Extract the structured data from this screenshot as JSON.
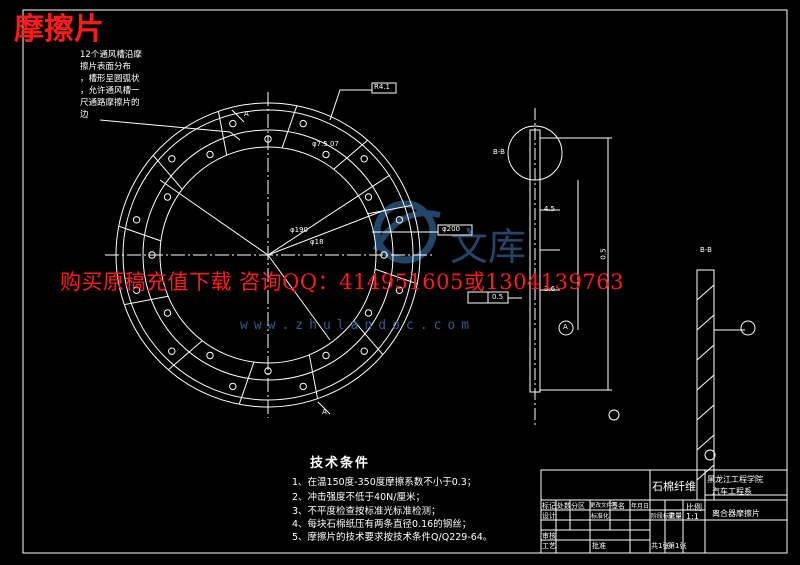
{
  "watermark": {
    "title": "摩擦片",
    "promo": "购买原稿充值下载 咨询QQ：414951605或1304139763",
    "site": "www.zhulandoc.com"
  },
  "callout_note": [
    "12个通风槽沿摩",
    "擦片表面分布",
    "，槽形呈圆弧状",
    "，允许通风槽一",
    "尺通路摩擦片的",
    "边"
  ],
  "dimensions": {
    "radius_large": "R4.1",
    "dia_outer": "φ7.5.07",
    "dia_mid": "φ200",
    "dia_hole": "φ18",
    "dia_inner": "φ190",
    "section_a": "A",
    "flatness": "0.5",
    "perp": "0.5",
    "thickness_label": "4.5",
    "dim_width": "3.6",
    "dim_offset": "0.5",
    "section_bb": "B-B",
    "section_bb2": "B-B"
  },
  "technical_requirements": {
    "title": "技术条件",
    "items": [
      "1、在温150度-350度摩擦系数不小于0.3；",
      "2、冲击强度不低于40N/厘米；",
      "3、不平度检查按标准光标准检测；",
      "4、每块石棉纸压有两条直径0.16的钢丝；",
      "5、摩擦片的技术要求按技术条件Q/Q229-64。"
    ]
  },
  "title_block": {
    "material": "石棉纤维",
    "school": "黑龙江工程学院",
    "department": "汽车工程系",
    "part_name": "离合器摩擦片",
    "scale_header": "比例",
    "scale": "1:1",
    "labels": [
      "标记",
      "处数",
      "分区",
      "更改文件号",
      "签名",
      "年月日",
      "设计",
      "标准化",
      "审核",
      "工艺",
      "批准",
      "阶段标记",
      "重量",
      "共1张",
      "第1张"
    ]
  },
  "colors": {
    "background": "#000000",
    "lines": "#ffffff",
    "watermark": "#ff1a1a",
    "logo": "#2f5d8a"
  }
}
